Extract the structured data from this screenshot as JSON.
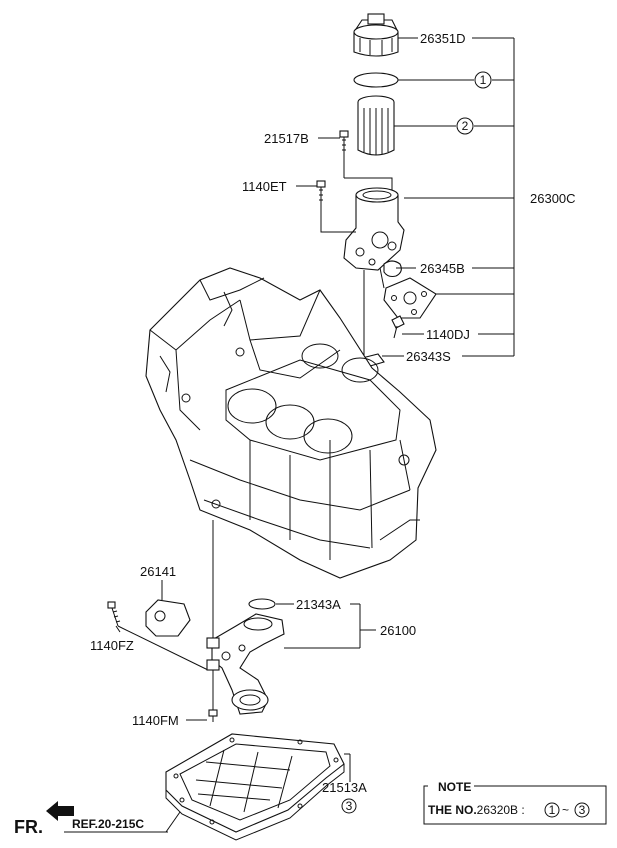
{
  "callouts": {
    "cap": "26351D",
    "oring_mark": "1",
    "filter_mark": "2",
    "bolt_upper": "21517B",
    "bolt_lower": "1140ET",
    "housing": "26300C",
    "gasket": "26345B",
    "bolt_housing": "1140DJ",
    "gasket_plate": "26343S",
    "cover": "26141",
    "bolt_cover": "1140FZ",
    "oring_pump": "21343A",
    "pump_assy": "26100",
    "bolt_pump": "1140FM",
    "pan": "21513A",
    "pan_mark": "3"
  },
  "note": {
    "title": "NOTE",
    "prefix": "THE NO.",
    "part_no": "26320B",
    "sep": " : ",
    "range_start": "1",
    "tilde": "~",
    "range_end": "3"
  },
  "direction": {
    "fr_label": "FR.",
    "ref_label": "REF.20-215C"
  }
}
